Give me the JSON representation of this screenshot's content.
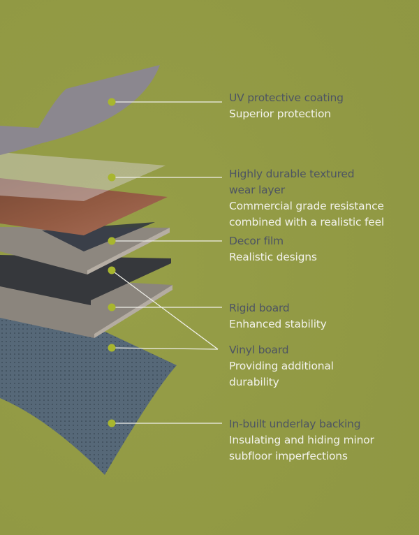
{
  "colors": {
    "background": "#939b45",
    "dot": "#a8b62e",
    "title": "#4d5462",
    "desc": "#f2f2ea",
    "line": "#f0f0ea"
  },
  "layers": [
    {
      "title": "UV protective coating",
      "desc": [
        "Superior protection"
      ]
    },
    {
      "title": "Highly durable textured wear layer",
      "title_lines": [
        "Highly durable textured",
        "wear layer"
      ],
      "desc": [
        "Commercial grade resistance",
        "combined with a realistic feel"
      ]
    },
    {
      "title": "Decor film",
      "desc": [
        "Realistic designs"
      ]
    },
    {
      "title": "Rigid board",
      "desc": [
        "Enhanced stability"
      ]
    },
    {
      "title": "Vinyl board",
      "desc": [
        "Providing additional",
        "durability"
      ]
    },
    {
      "title": "In-built underlay backing",
      "desc": [
        "Insulating and hiding minor",
        "subfloor imperfections"
      ]
    }
  ]
}
